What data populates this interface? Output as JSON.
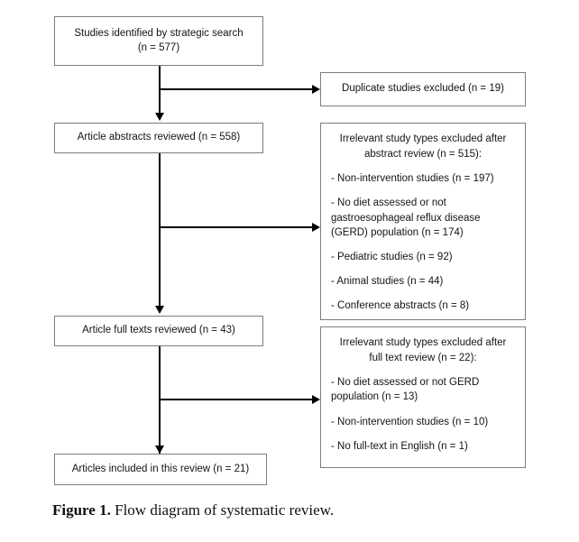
{
  "figure": {
    "caption_label": "Figure 1.",
    "caption_text": "Flow diagram of systematic review."
  },
  "colors": {
    "box_border": "#7d7d7d",
    "connector": "#000000",
    "background": "#ffffff",
    "text": "#141414"
  },
  "flow": {
    "identified": {
      "line1": "Studies identified by strategic search",
      "line2": "(n = 577)"
    },
    "duplicates_excluded": {
      "line1": "Duplicate studies excluded (n = 19)"
    },
    "abstracts_reviewed": {
      "line1": "Article abstracts reviewed (n = 558)"
    },
    "abstract_exclusions": {
      "head_line1": "Irrelevant study types excluded after",
      "head_line2": "abstract review (n = 515):",
      "items": [
        "- Non-intervention studies (n = 197)",
        "- No diet assessed or not gastroesophageal reflux disease (GERD) population (n = 174)",
        "- Pediatric studies (n = 92)",
        "- Animal studies (n = 44)",
        "- Conference abstracts (n = 8)"
      ]
    },
    "full_texts_reviewed": {
      "line1": "Article full texts reviewed (n = 43)"
    },
    "fulltext_exclusions": {
      "head_line1": "Irrelevant study types excluded after",
      "head_line2": "full text review (n = 22):",
      "items": [
        "- No diet assessed or not GERD population (n = 13)",
        "- Non-intervention studies (n = 10)",
        "- No full-text in English (n = 1)"
      ]
    },
    "included": {
      "line1": "Articles included in this review (n = 21)"
    }
  }
}
